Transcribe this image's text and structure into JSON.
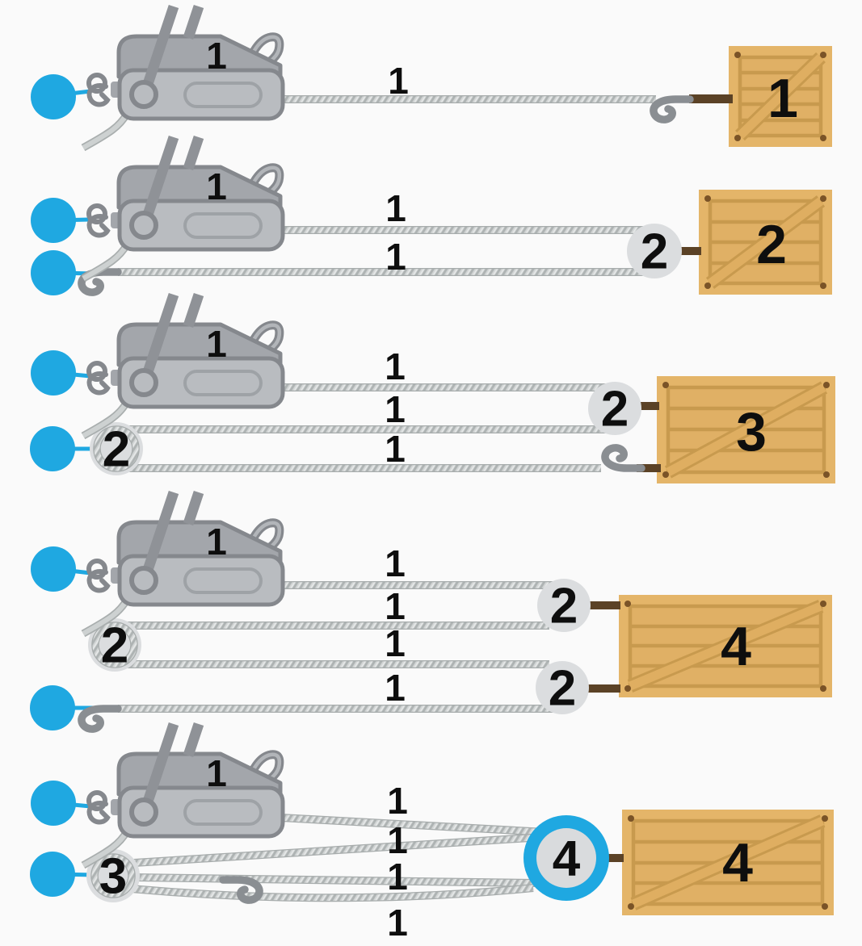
{
  "colors": {
    "background": "#FAFAFA",
    "accent_blue": "#1FA8E1",
    "pulley_gray": "#DBDDDF",
    "rope_gray": "#C9CDCD",
    "winch_gray": "#B9BCC0",
    "winch_dark_gray": "#A3A6AB",
    "outline_gray": "#85888D",
    "hook_gray": "#8A8E92",
    "crate_tan": "#E4B569",
    "crate_line_tan": "#C89A4E",
    "bar_brown": "#5B4226",
    "label_black": "#0E0E0E"
  },
  "rows": [
    {
      "winch_label": "1",
      "rope_labels": [
        "1"
      ],
      "pulley_labels": [],
      "crate_label": "1"
    },
    {
      "winch_label": "1",
      "rope_labels": [
        "1",
        "1"
      ],
      "pulley_labels": [
        "2"
      ],
      "crate_label": "2"
    },
    {
      "winch_label": "1",
      "rope_labels": [
        "1",
        "1",
        "1"
      ],
      "pulley_labels": [
        "2",
        "2"
      ],
      "crate_label": "3"
    },
    {
      "winch_label": "1",
      "rope_labels": [
        "1",
        "1",
        "1",
        "1"
      ],
      "pulley_labels": [
        "2",
        "2",
        "2"
      ],
      "crate_label": "4"
    },
    {
      "winch_label": "1",
      "rope_labels": [
        "1",
        "1",
        "1",
        "1"
      ],
      "pulley_labels": [
        "3",
        "4"
      ],
      "crate_label": "4"
    }
  ]
}
